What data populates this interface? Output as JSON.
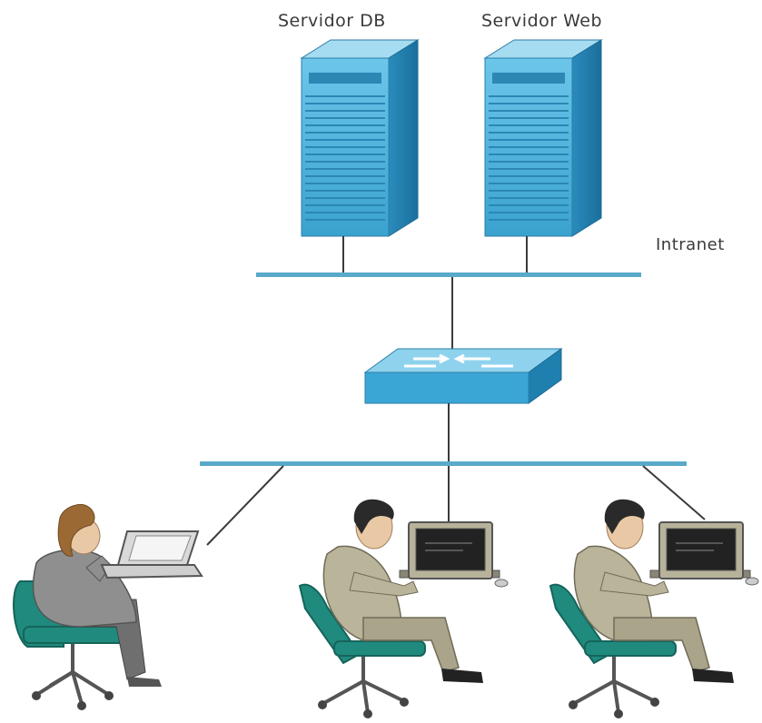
{
  "labels": {
    "db_server": "Servidor DB",
    "web_server": "Servidor Web",
    "intranet": "Intranet"
  },
  "nodes": [
    {
      "id": "db-server",
      "type": "server",
      "icon": "server-icon"
    },
    {
      "id": "web-server",
      "type": "server",
      "icon": "server-icon"
    },
    {
      "id": "switch",
      "type": "switch",
      "icon": "network-switch-icon"
    },
    {
      "id": "laptop-user",
      "type": "workstation",
      "icon": "laptop-user-icon"
    },
    {
      "id": "desktop-user-1",
      "type": "workstation",
      "icon": "desktop-user-icon"
    },
    {
      "id": "desktop-user-2",
      "type": "workstation",
      "icon": "desktop-user-icon"
    }
  ],
  "colors": {
    "server_front": "#4fb3d9",
    "server_side": "#1f7fae",
    "server_top": "#9ed8ef",
    "bus": "#5aa9c8",
    "switch": "#3aa6d6",
    "suit": "#b9b49a",
    "chair": "#1f8a7d",
    "monitor": "#b7b29a"
  }
}
